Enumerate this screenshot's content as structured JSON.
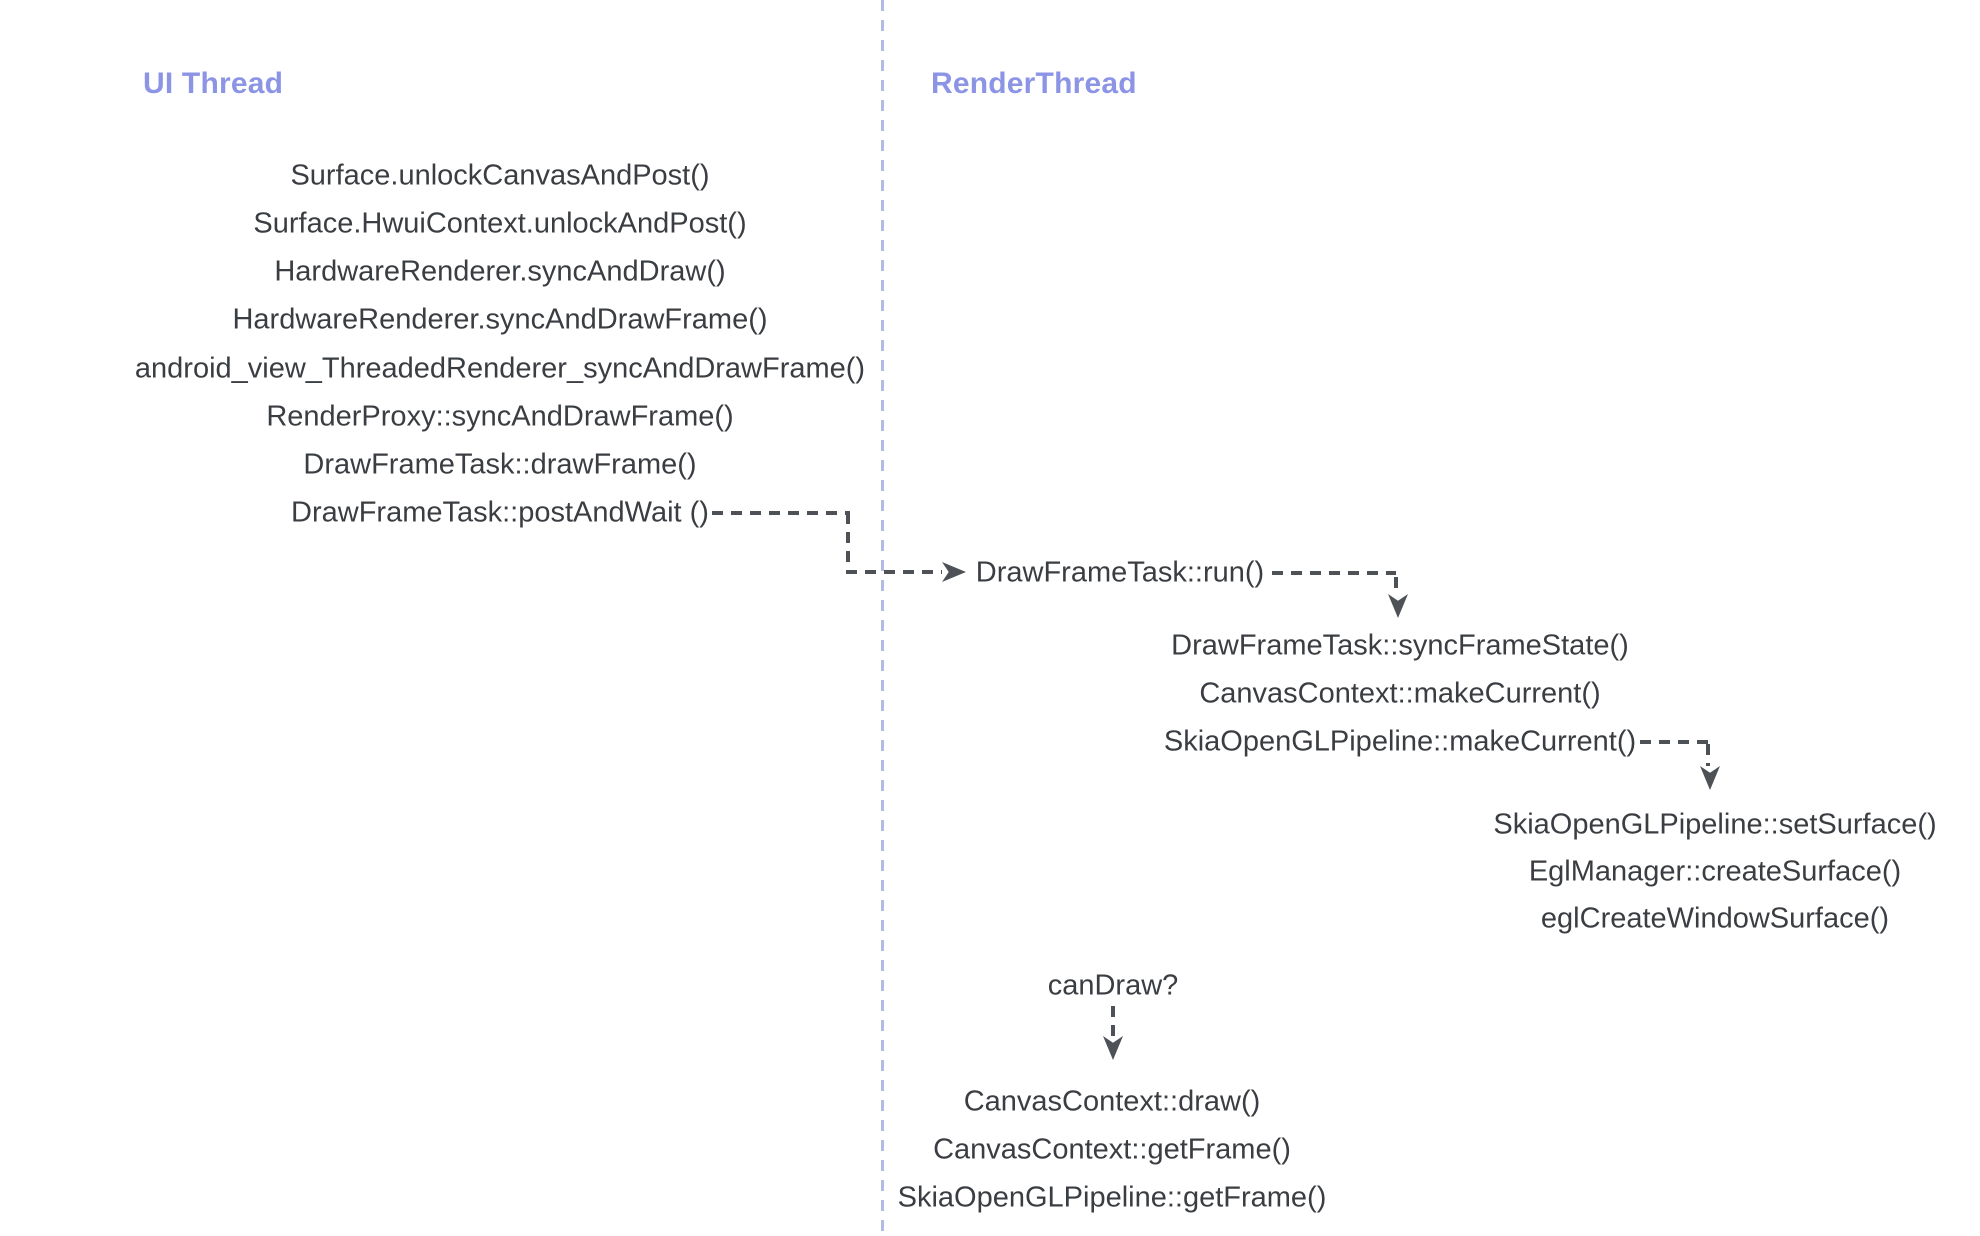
{
  "ui_thread": {
    "title": "UI Thread",
    "calls": [
      "Surface.unlockCanvasAndPost()",
      "Surface.HwuiContext.unlockAndPost()",
      "HardwareRenderer.syncAndDraw()",
      "HardwareRenderer.syncAndDrawFrame()",
      "android_view_ThreadedRenderer_syncAndDrawFrame()",
      "RenderProxy::syncAndDrawFrame()",
      "DrawFrameTask::drawFrame()",
      "DrawFrameTask::postAndWait ()"
    ]
  },
  "render_thread": {
    "title": "RenderThread",
    "run_call": "DrawFrameTask::run()",
    "sync_stack": [
      "DrawFrameTask::syncFrameState()",
      "CanvasContext::makeCurrent()",
      "SkiaOpenGLPipeline::makeCurrent()"
    ],
    "surface_stack": [
      "SkiaOpenGLPipeline::setSurface()",
      "EglManager::createSurface()",
      "eglCreateWindowSurface()"
    ],
    "condition": "canDraw?",
    "draw_stack": [
      "CanvasContext::draw()",
      "CanvasContext::getFrame()",
      "SkiaOpenGLPipeline::getFrame()"
    ]
  },
  "colors": {
    "heading": "#8c95e5",
    "text": "#3a3d42",
    "connector": "#4e5156",
    "separator": "#b4bae6"
  }
}
